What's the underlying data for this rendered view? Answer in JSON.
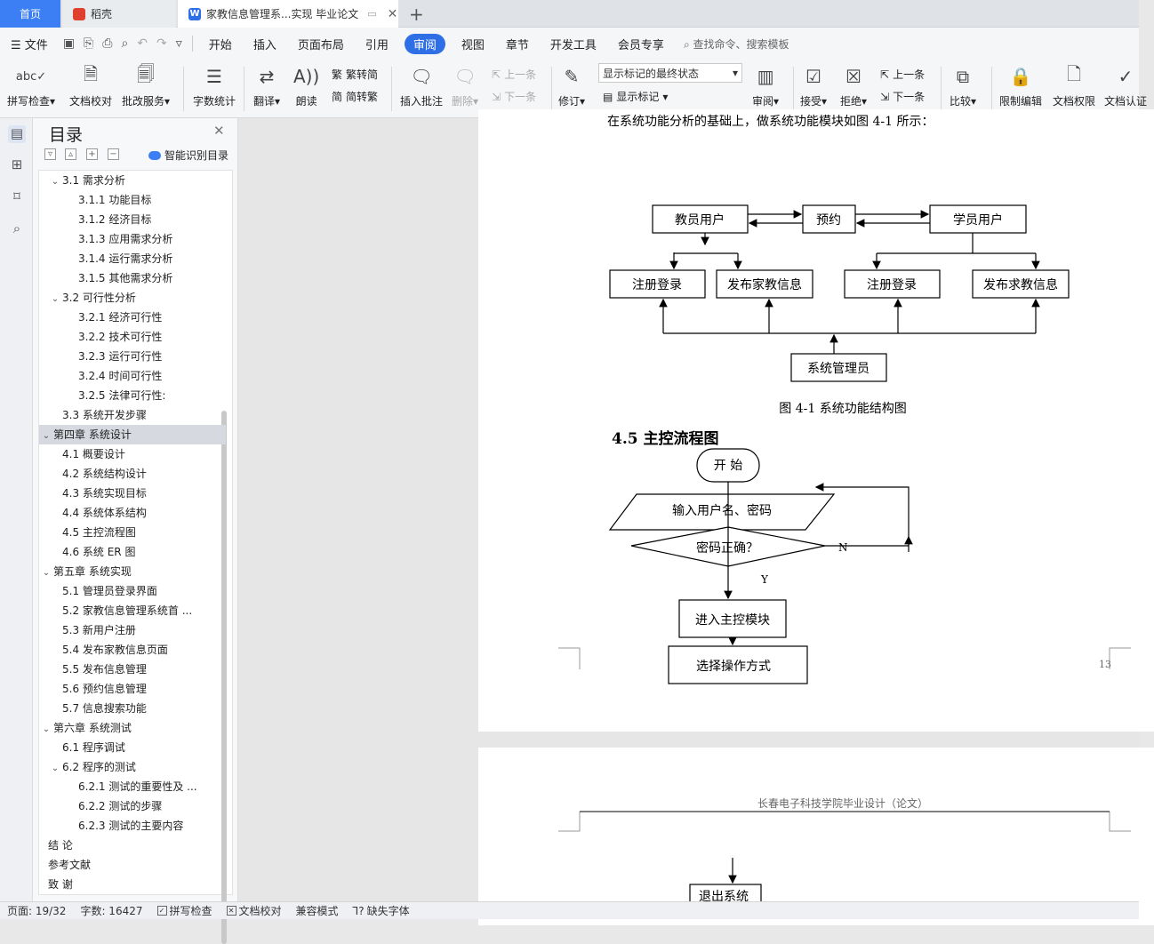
{
  "tabs": {
    "home": "首页",
    "daoke": "稻壳",
    "doc": "家教信息管理系...实现 毕业论文"
  },
  "menu": {
    "file": "文件",
    "items": [
      "开始",
      "插入",
      "页面布局",
      "引用",
      "审阅",
      "视图",
      "章节",
      "开发工具",
      "会员专享"
    ],
    "active": "审阅",
    "search": "查找命令、搜索模板"
  },
  "ribbon": {
    "spell": "拼写检查",
    "proof": "文档校对",
    "revise_service": "批改服务",
    "wordcount": "字数统计",
    "translate": "翻译",
    "read": "朗读",
    "trad": "繁转简",
    "simp": "简转繁",
    "insert_comment": "插入批注",
    "delete": "删除",
    "prev": "上一条",
    "next": "下一条",
    "track": "修订",
    "markup_state": "显示标记的最终状态",
    "show_markup": "显示标记",
    "review": "审阅",
    "accept": "接受",
    "reject": "拒绝",
    "prev2": "上一条",
    "next2": "下一条",
    "compare": "比较",
    "restrict": "限制编辑",
    "rights": "文档权限",
    "certify": "文档认证"
  },
  "toc": {
    "title": "目录",
    "smart": "智能识别目录",
    "items": [
      {
        "text": "3.1 需求分析",
        "level": 2,
        "arrow": "v"
      },
      {
        "text": "3.1.1 功能目标",
        "level": 3
      },
      {
        "text": "3.1.2 经济目标",
        "level": 3
      },
      {
        "text": "3.1.3 应用需求分析",
        "level": 3
      },
      {
        "text": "3.1.4 运行需求分析",
        "level": 3
      },
      {
        "text": "3.1.5 其他需求分析",
        "level": 3
      },
      {
        "text": "3.2 可行性分析",
        "level": 2,
        "arrow": "v"
      },
      {
        "text": "3.2.1 经济可行性",
        "level": 3
      },
      {
        "text": "3.2.2 技术可行性",
        "level": 3
      },
      {
        "text": "3.2.3  运行可行性",
        "level": 3
      },
      {
        "text": "3.2.4  时间可行性",
        "level": 3
      },
      {
        "text": "3.2.5  法律可行性:",
        "level": 3
      },
      {
        "text": "3.3 系统开发步骤",
        "level": 2
      },
      {
        "text": "第四章      系统设计",
        "level": 1,
        "arrow": "v",
        "selected": true
      },
      {
        "text": "4.1 概要设计",
        "level": 2
      },
      {
        "text": "4.2 系统结构设计",
        "level": 2
      },
      {
        "text": "4.3 系统实现目标",
        "level": 2
      },
      {
        "text": "4.4 系统体系结构",
        "level": 2
      },
      {
        "text": "4.5 主控流程图",
        "level": 2
      },
      {
        "text": "4.6 系统 ER 图",
        "level": 2
      },
      {
        "text": "第五章      系统实现",
        "level": 1,
        "arrow": "v"
      },
      {
        "text": "5.1 管理员登录界面",
        "level": 2
      },
      {
        "text": "5.2 家教信息管理系统首 ...",
        "level": 2
      },
      {
        "text": "5.3 新用户注册",
        "level": 2
      },
      {
        "text": "5.4 发布家教信息页面",
        "level": 2
      },
      {
        "text": "5.5 发布信息管理",
        "level": 2
      },
      {
        "text": "5.6 预约信息管理",
        "level": 2
      },
      {
        "text": "5.7 信息搜索功能",
        "level": 2
      },
      {
        "text": "第六章      系统测试",
        "level": 1,
        "arrow": "v"
      },
      {
        "text": "6.1  程序调试",
        "level": 2
      },
      {
        "text": "6.2  程序的测试",
        "level": 2,
        "arrow": "v"
      },
      {
        "text": "6.2.1  测试的重要性及 ...",
        "level": 3
      },
      {
        "text": "6.2.2  测试的步骤",
        "level": 3
      },
      {
        "text": "6.2.3  测试的主要内容",
        "level": 3
      },
      {
        "text": "结      论",
        "level": 1
      },
      {
        "text": "参考文献",
        "level": 1
      },
      {
        "text": "致      谢",
        "level": 1
      }
    ]
  },
  "doc": {
    "top_text": "在系统功能分析的基础上，做系统功能模块如图 4-1 所示：",
    "diagram": {
      "teacher_user": "教员用户",
      "reserve": "预约",
      "student_user": "学员用户",
      "register_login": "注册登录",
      "publish_tutor": "发布家教信息",
      "publish_seek": "发布求教信息",
      "admin": "系统管理员",
      "caption": "图 4-1  系统功能结构图"
    },
    "section_heading": "4.5 主控流程图",
    "flow": {
      "start": "开  始",
      "input": "输入用户名、密码",
      "check": "密码正确？",
      "no": "N",
      "yes": "Y",
      "enter": "进入主控模块",
      "choose": "选择操作方式",
      "exit": "退出系统"
    },
    "page_number": "13",
    "header2": "长春电子科技学院毕业设计（论文）"
  },
  "status": {
    "page": "页面: 19/32",
    "words": "字数: 16427",
    "spell": "拼写检查",
    "proof": "文档校对",
    "compat": "兼容模式",
    "missing_font": "缺失字体"
  }
}
